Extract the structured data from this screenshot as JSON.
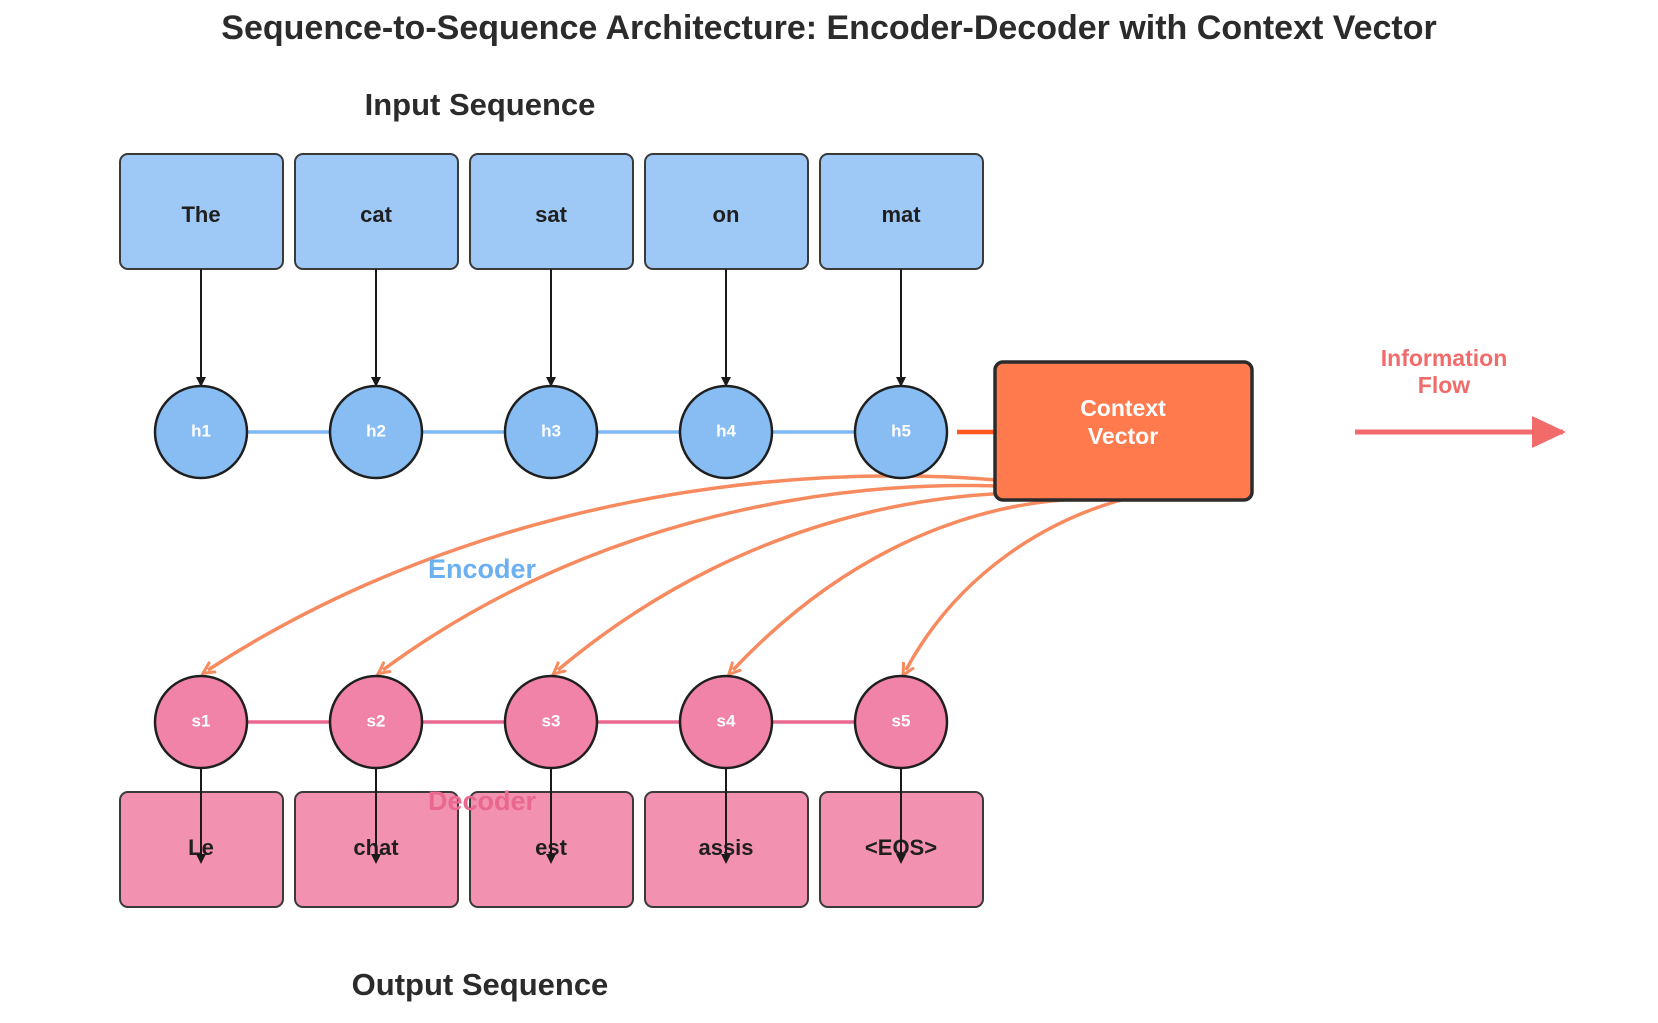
{
  "title": "Sequence-to-Sequence Architecture: Encoder-Decoder with Context Vector",
  "input_label": "Input Sequence",
  "output_label": "Output Sequence",
  "encoder_label": "Encoder",
  "decoder_label": "Decoder",
  "input_tokens": [
    "The",
    "cat",
    "sat",
    "on",
    "mat"
  ],
  "encoder_states": [
    "h1",
    "h2",
    "h3",
    "h4",
    "h5"
  ],
  "decoder_states": [
    "s1",
    "s2",
    "s3",
    "s4",
    "s5"
  ],
  "output_tokens": [
    "Le",
    "chat",
    "est",
    "assis",
    "<EOS>"
  ],
  "context": {
    "line1": "Context",
    "line2": "Vector"
  },
  "flow": {
    "line1": "Information",
    "line2": "Flow"
  },
  "colors": {
    "input_box": "#9ec9f7",
    "encoder_node": "#87bdf3",
    "encoder_arrow": "#7eb8f2",
    "decoder_node": "#f283a8",
    "decoder_arrow": "#e8688f",
    "output_box": "#f391b1",
    "context_fill": "#ff7a4d",
    "context_arrow": "#ff5722",
    "broadcast_arrow": "#f78a5e",
    "flow_arrow": "#f26b6b"
  }
}
